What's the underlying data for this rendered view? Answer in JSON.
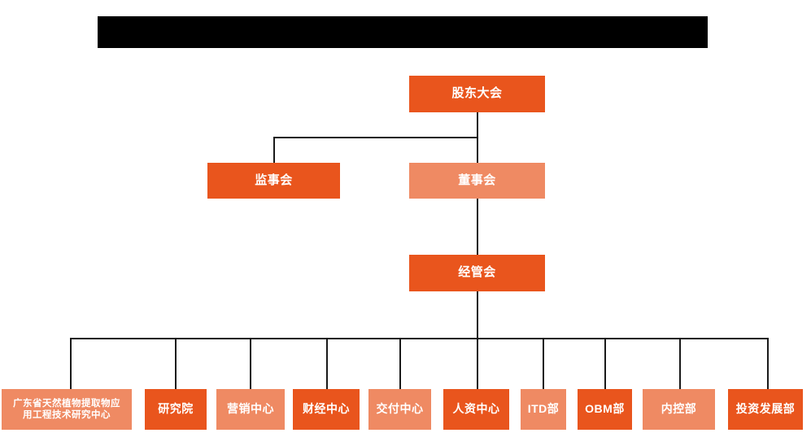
{
  "chart": {
    "type": "org-chart",
    "title_bar": {
      "name": "redacted-title-bar",
      "text": "",
      "color": "#000000"
    },
    "colors": {
      "accent_dark": "#E9551D",
      "accent_light": "#EF8A63",
      "line": "#1a1a1a",
      "background": "#ffffff",
      "text": "#ffffff"
    },
    "levels": [
      {
        "level": 1,
        "nodes": [
          {
            "id": "shareholders",
            "label": "股东大会",
            "shade": "dark"
          }
        ]
      },
      {
        "level": 2,
        "nodes": [
          {
            "id": "supervisory-board",
            "label": "监事会",
            "shade": "dark"
          },
          {
            "id": "board-of-directors",
            "label": "董事会",
            "shade": "light"
          }
        ]
      },
      {
        "level": 3,
        "nodes": [
          {
            "id": "management-committee",
            "label": "经管会",
            "shade": "dark"
          }
        ]
      },
      {
        "level": 4,
        "nodes": [
          {
            "id": "gd-research-center",
            "label": "广东省天然植物提取物应用工程技术研究中心",
            "line1": "广东省天然植物提取物应",
            "line2": "用工程技术研究中心",
            "shade": "light"
          },
          {
            "id": "research-institute",
            "label": "研究院",
            "shade": "dark"
          },
          {
            "id": "marketing-center",
            "label": "营销中心",
            "shade": "light"
          },
          {
            "id": "finance-center",
            "label": "财经中心",
            "shade": "dark"
          },
          {
            "id": "delivery-center",
            "label": "交付中心",
            "shade": "light"
          },
          {
            "id": "hr-center",
            "label": "人资中心",
            "shade": "dark"
          },
          {
            "id": "itd-dept",
            "label": "ITD部",
            "shade": "light"
          },
          {
            "id": "obm-dept",
            "label": "OBM部",
            "shade": "dark"
          },
          {
            "id": "internal-control-dept",
            "label": "内控部",
            "shade": "light"
          },
          {
            "id": "investment-development-dept",
            "label": "投资发展部",
            "shade": "dark"
          }
        ]
      }
    ]
  }
}
